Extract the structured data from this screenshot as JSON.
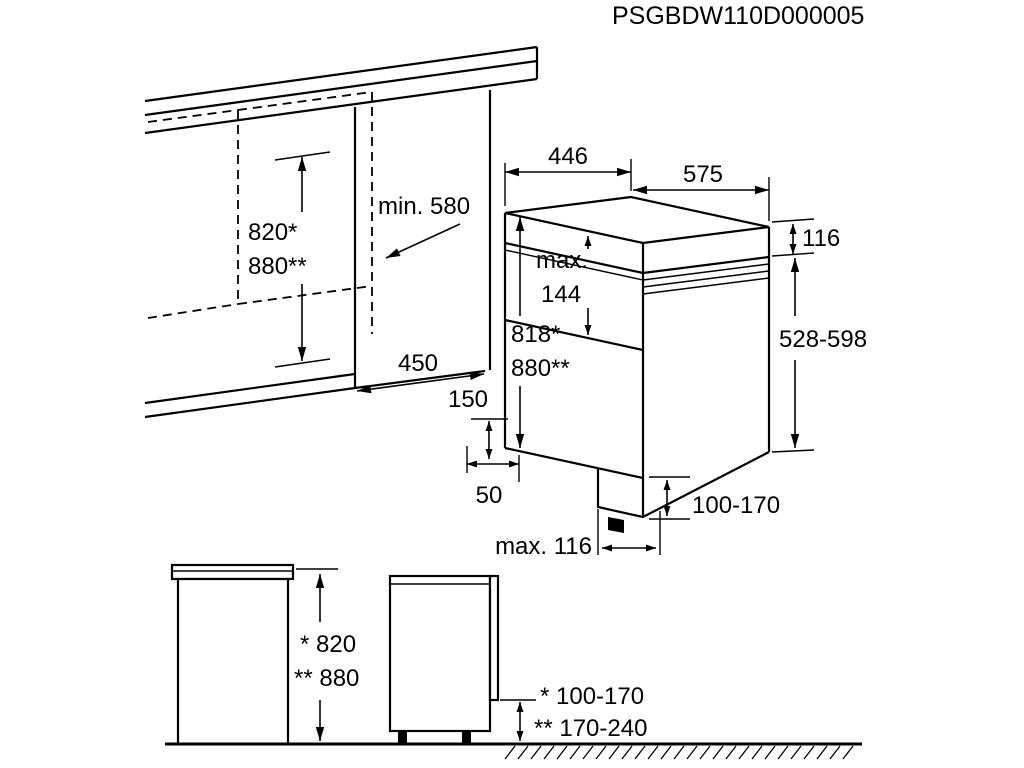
{
  "title": "PSGBDW110D000005",
  "colors": {
    "ink": "#000000",
    "paper": "#ffffff"
  },
  "installation_diagram": {
    "niche_height_primary": "820*",
    "niche_height_secondary": "880**",
    "niche_depth_min": "min. 580",
    "niche_width": "450",
    "appliance_width": "446",
    "appliance_depth": "575",
    "worktop_edge_height": "116",
    "control_panel_max_label": "max.",
    "control_panel_max_value": "144",
    "appliance_height_primary": "818*",
    "appliance_height_secondary": "880**",
    "side_panel_height_range": "528-598",
    "plinth_height": "150",
    "plinth_recess_depth": "50",
    "adjustable_feet_range": "100-170",
    "plinth_thickness_max": "max. 116"
  },
  "front_view": {
    "height_standard": "* 820",
    "height_raised": "** 880"
  },
  "side_view": {
    "floor_clearance_standard": "* 100-170",
    "floor_clearance_raised": "** 170-240"
  }
}
